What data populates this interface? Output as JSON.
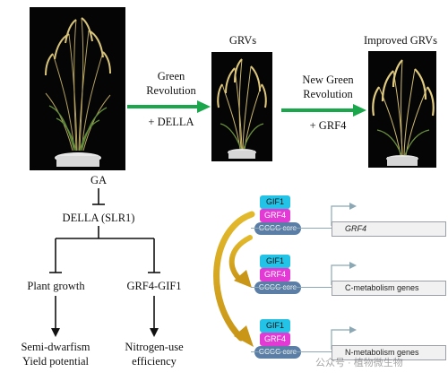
{
  "top": {
    "grvs_label": "GRVs",
    "improved_label": "Improved GRVs",
    "arrow1_line1": "Green",
    "arrow1_line2": "Revolution",
    "arrow1_below": "+ DELLA",
    "arrow2_line1": "New Green",
    "arrow2_line2": "Revolution",
    "arrow2_below": "+ GRF4"
  },
  "pathway": {
    "ga": "GA",
    "della": "DELLA (SLR1)",
    "plant_growth": "Plant growth",
    "grf4_gif1": "GRF4-GIF1",
    "out1_line1": "Semi-dwarfism",
    "out1_line2": "Yield potential",
    "out2_line1": "Nitrogen-use",
    "out2_line2": "efficiency"
  },
  "complexes": [
    {
      "gif1": "GIF1",
      "grf4": "GRF4",
      "core": "GCGG core",
      "gene": "GRF4"
    },
    {
      "gif1": "GIF1",
      "grf4": "GRF4",
      "core": "GCGG core",
      "gene": "C-metabolism genes"
    },
    {
      "gif1": "GIF1",
      "grf4": "GRF4",
      "core": "GCGG core",
      "gene": "N-metabolism genes"
    }
  ],
  "watermark": "公众号 · 植物微生物",
  "colors": {
    "green_arrow": "#1aa64a",
    "gif1_cyan": "#22c3e6",
    "grf4_magenta": "#e33ad6",
    "core_blue": "#5a7ea6",
    "curved_arrow_yellow": "#d6a920",
    "tss_arrow": "#8ba8b4"
  },
  "icons": [
    "green-arrow-icon",
    "inhibition-bar-icon",
    "down-arrow-icon",
    "curved-arrow-icon",
    "transcription-start-arrow-icon"
  ]
}
